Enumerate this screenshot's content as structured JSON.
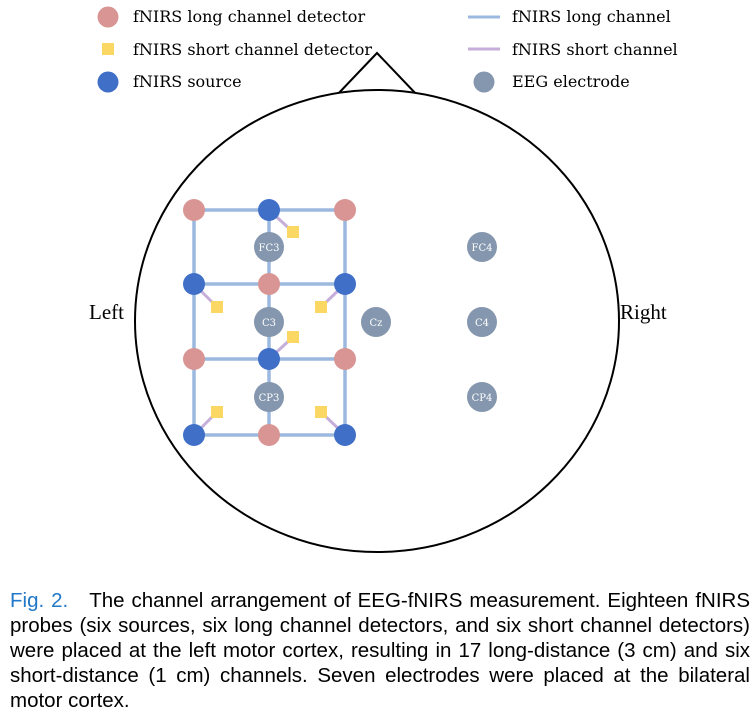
{
  "legend": {
    "long_detector": "fNIRS long channel detector",
    "short_detector": "fNIRS short channel detector",
    "source": "fNIRS source",
    "long_channel": "fNIRS long channel",
    "short_channel": "fNIRS short channel",
    "eeg_electrode": "EEG electrode"
  },
  "labels": {
    "left": "Left",
    "right": "Right"
  },
  "colors": {
    "long_detector": "#d89594",
    "short_detector": "#fbd863",
    "source": "#3f6fc7",
    "long_channel": "#9bb9de",
    "short_channel": "#c6aedb",
    "eeg_electrode": "#8497ae"
  },
  "eeg": {
    "fc3": "FC3",
    "c3": "C3",
    "cp3": "CP3",
    "cz": "Cz",
    "fc4": "FC4",
    "c4": "C4",
    "cp4": "CP4"
  },
  "caption": {
    "fig_num": "Fig. 2.",
    "text": "The channel arrangement of EEG-fNIRS measurement. Eighteen fNIRS probes (six sources, six long channel detectors, and six short channel detectors) were placed at the left motor cortex, resulting in 17 long-distance (3 cm) and six short-distance (1 cm) channels. Seven electrodes were placed at the bilateral motor cortex."
  }
}
